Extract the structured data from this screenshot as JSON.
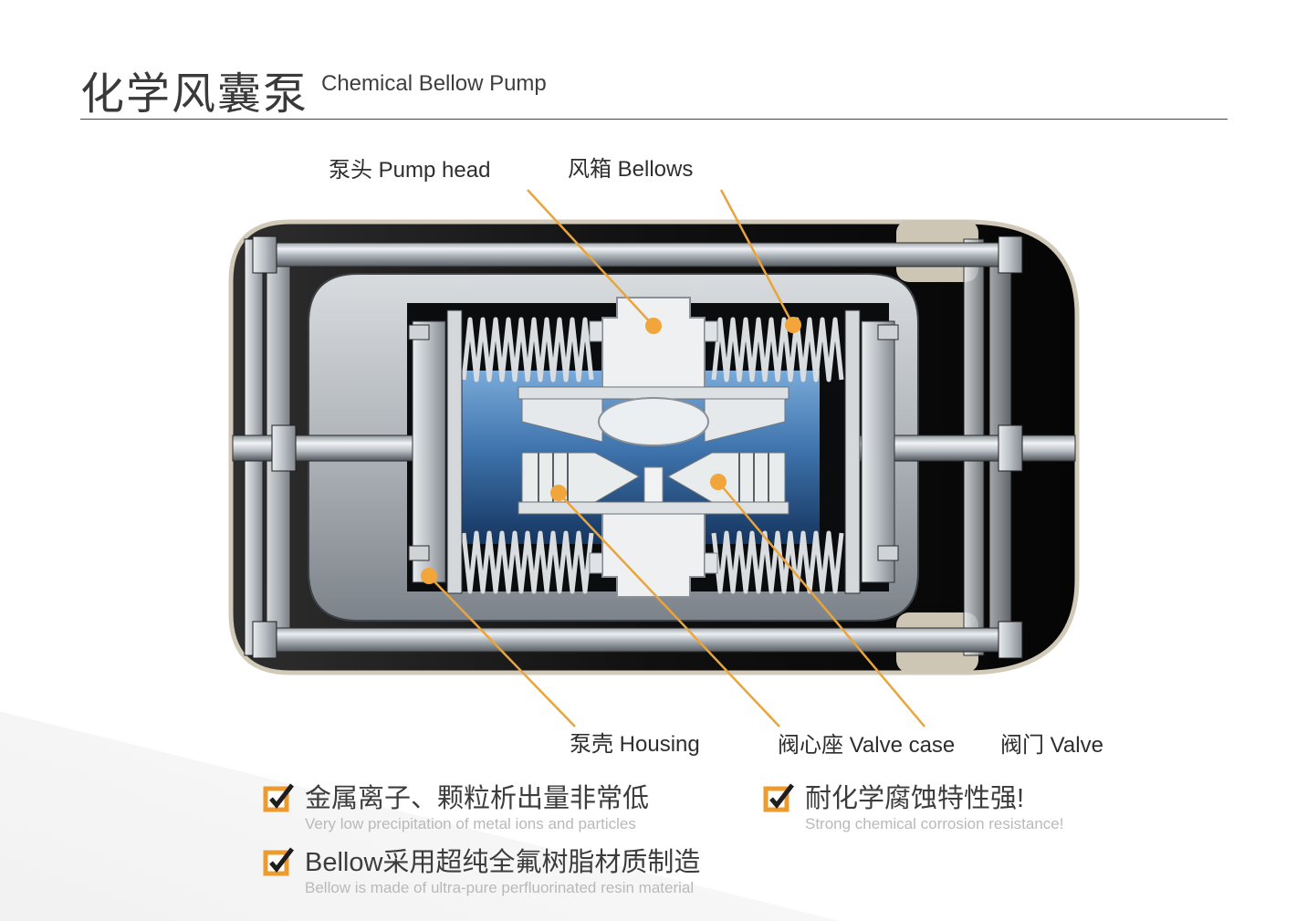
{
  "header": {
    "title_zh": "化学风囊泵",
    "title_en": "Chemical Bellow Pump"
  },
  "diagram": {
    "callouts": {
      "pump_head": "泵头 Pump head",
      "bellows": "风箱 Bellows",
      "housing": "泵壳 Housing",
      "valve_case": "阀心座 Valve case",
      "valve": "阀门 Valve"
    }
  },
  "features": [
    {
      "zh": "金属离子、颗粒析出量非常低",
      "en": "Very low precipitation of metal ions and particles"
    },
    {
      "zh": "耐化学腐蚀特性强!",
      "en": "Strong chemical corrosion resistance!"
    },
    {
      "zh": "Bellow采用超纯全氟树脂材质制造",
      "en": "Bellow is made of ultra-pure perfluorinated resin material"
    }
  ],
  "colors": {
    "accent_orange": "#EDA13A",
    "checkbox_border": "#ED9B2F",
    "chamber_blue": "#3F74AD"
  }
}
